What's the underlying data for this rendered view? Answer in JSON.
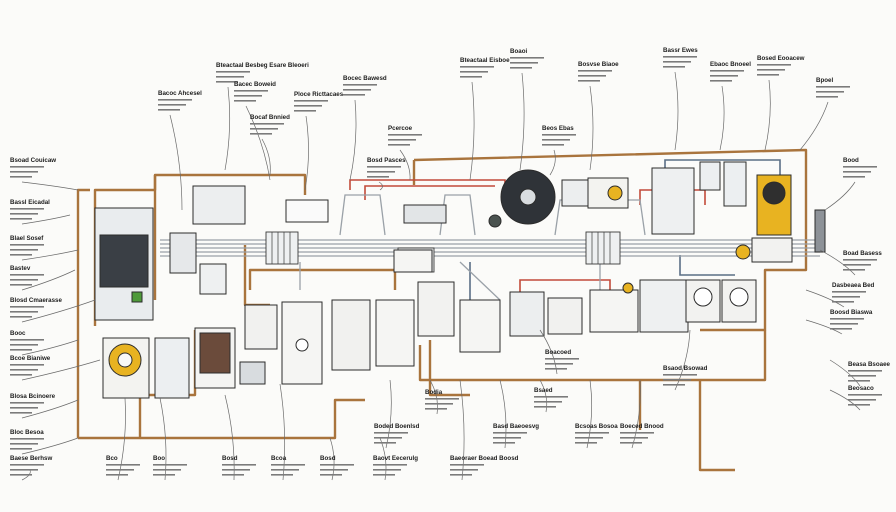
{
  "colors": {
    "background": "#fbfbf9",
    "wire_copper": "#a9743d",
    "wire_red": "#c24b3a",
    "wire_blue": "#5b6f86",
    "conduit": "#9aa1a8",
    "accent_yellow": "#e8b321",
    "label": "#1c1c1c"
  },
  "diagram": {
    "type": "electrical wiring schematic",
    "labels": [
      {
        "id": "l1",
        "title": "Bsoad Couicaw"
      },
      {
        "id": "l2",
        "title": "Bassl Eicadal"
      },
      {
        "id": "l3",
        "title": "Blael Sosef"
      },
      {
        "id": "l4",
        "title": "Bastev"
      },
      {
        "id": "l5",
        "title": "Blosd Cmaerasse"
      },
      {
        "id": "l6",
        "title": "Booc"
      },
      {
        "id": "l7",
        "title": "Bcoe Bianiwe"
      },
      {
        "id": "l8",
        "title": "Blosa Bcinoere"
      },
      {
        "id": "l9",
        "title": "Bloc Besoa"
      },
      {
        "id": "l10",
        "title": "Baese Berhsw"
      },
      {
        "id": "t1",
        "title": "Bacoc Ahcesel"
      },
      {
        "id": "t2",
        "title": "Bteactaal Besbeg Esare Bleoeri"
      },
      {
        "id": "t3",
        "title": "Bacec Boweid"
      },
      {
        "id": "t4",
        "title": "Bocaf Bnnied"
      },
      {
        "id": "t5",
        "title": "Ploce Ricttacaes"
      },
      {
        "id": "t6",
        "title": "Bocec Bawesd"
      },
      {
        "id": "t7",
        "title": "Pcercoe"
      },
      {
        "id": "t8",
        "title": "Bosd Pasces"
      },
      {
        "id": "t9",
        "title": "Bteactaal Eisboe"
      },
      {
        "id": "t10",
        "title": "Boaoi"
      },
      {
        "id": "t11",
        "title": "Beos Ebas"
      },
      {
        "id": "t12",
        "title": "Bosvse Biaoe"
      },
      {
        "id": "t13",
        "title": "Bassr Ewes"
      },
      {
        "id": "t14",
        "title": "Ebaoc Bnoeel"
      },
      {
        "id": "t15",
        "title": "Bosed Eooacew"
      },
      {
        "id": "t16",
        "title": "Bpoel"
      },
      {
        "id": "r1",
        "title": "Bood"
      },
      {
        "id": "r2",
        "title": "Boad Basess"
      },
      {
        "id": "r3",
        "title": "Dasbeaea Bed"
      },
      {
        "id": "r4",
        "title": "Boosd Biaswa"
      },
      {
        "id": "r5",
        "title": "Beasa Bsoaee"
      },
      {
        "id": "r6",
        "title": "Beosaco"
      },
      {
        "id": "m1",
        "title": "Boacoed"
      },
      {
        "id": "m2",
        "title": "Bsaed"
      },
      {
        "id": "m3",
        "title": "Bodia"
      },
      {
        "id": "m4",
        "title": "Boded Boenlsd"
      },
      {
        "id": "m5",
        "title": "Basd Baeoesvg"
      },
      {
        "id": "m6",
        "title": "Bcsoas Bosoa"
      },
      {
        "id": "m7",
        "title": "Boeced Bnood"
      },
      {
        "id": "m8",
        "title": "Bsaod Bsowad"
      },
      {
        "id": "b1",
        "title": "Bco"
      },
      {
        "id": "b2",
        "title": "Boo"
      },
      {
        "id": "b3",
        "title": "Bosd"
      },
      {
        "id": "b4",
        "title": "Bcoa"
      },
      {
        "id": "b5",
        "title": "Bosd"
      },
      {
        "id": "b6",
        "title": "Baovt Eecerulg"
      },
      {
        "id": "b7",
        "title": "Baeoraer Boead Boosd"
      }
    ]
  }
}
